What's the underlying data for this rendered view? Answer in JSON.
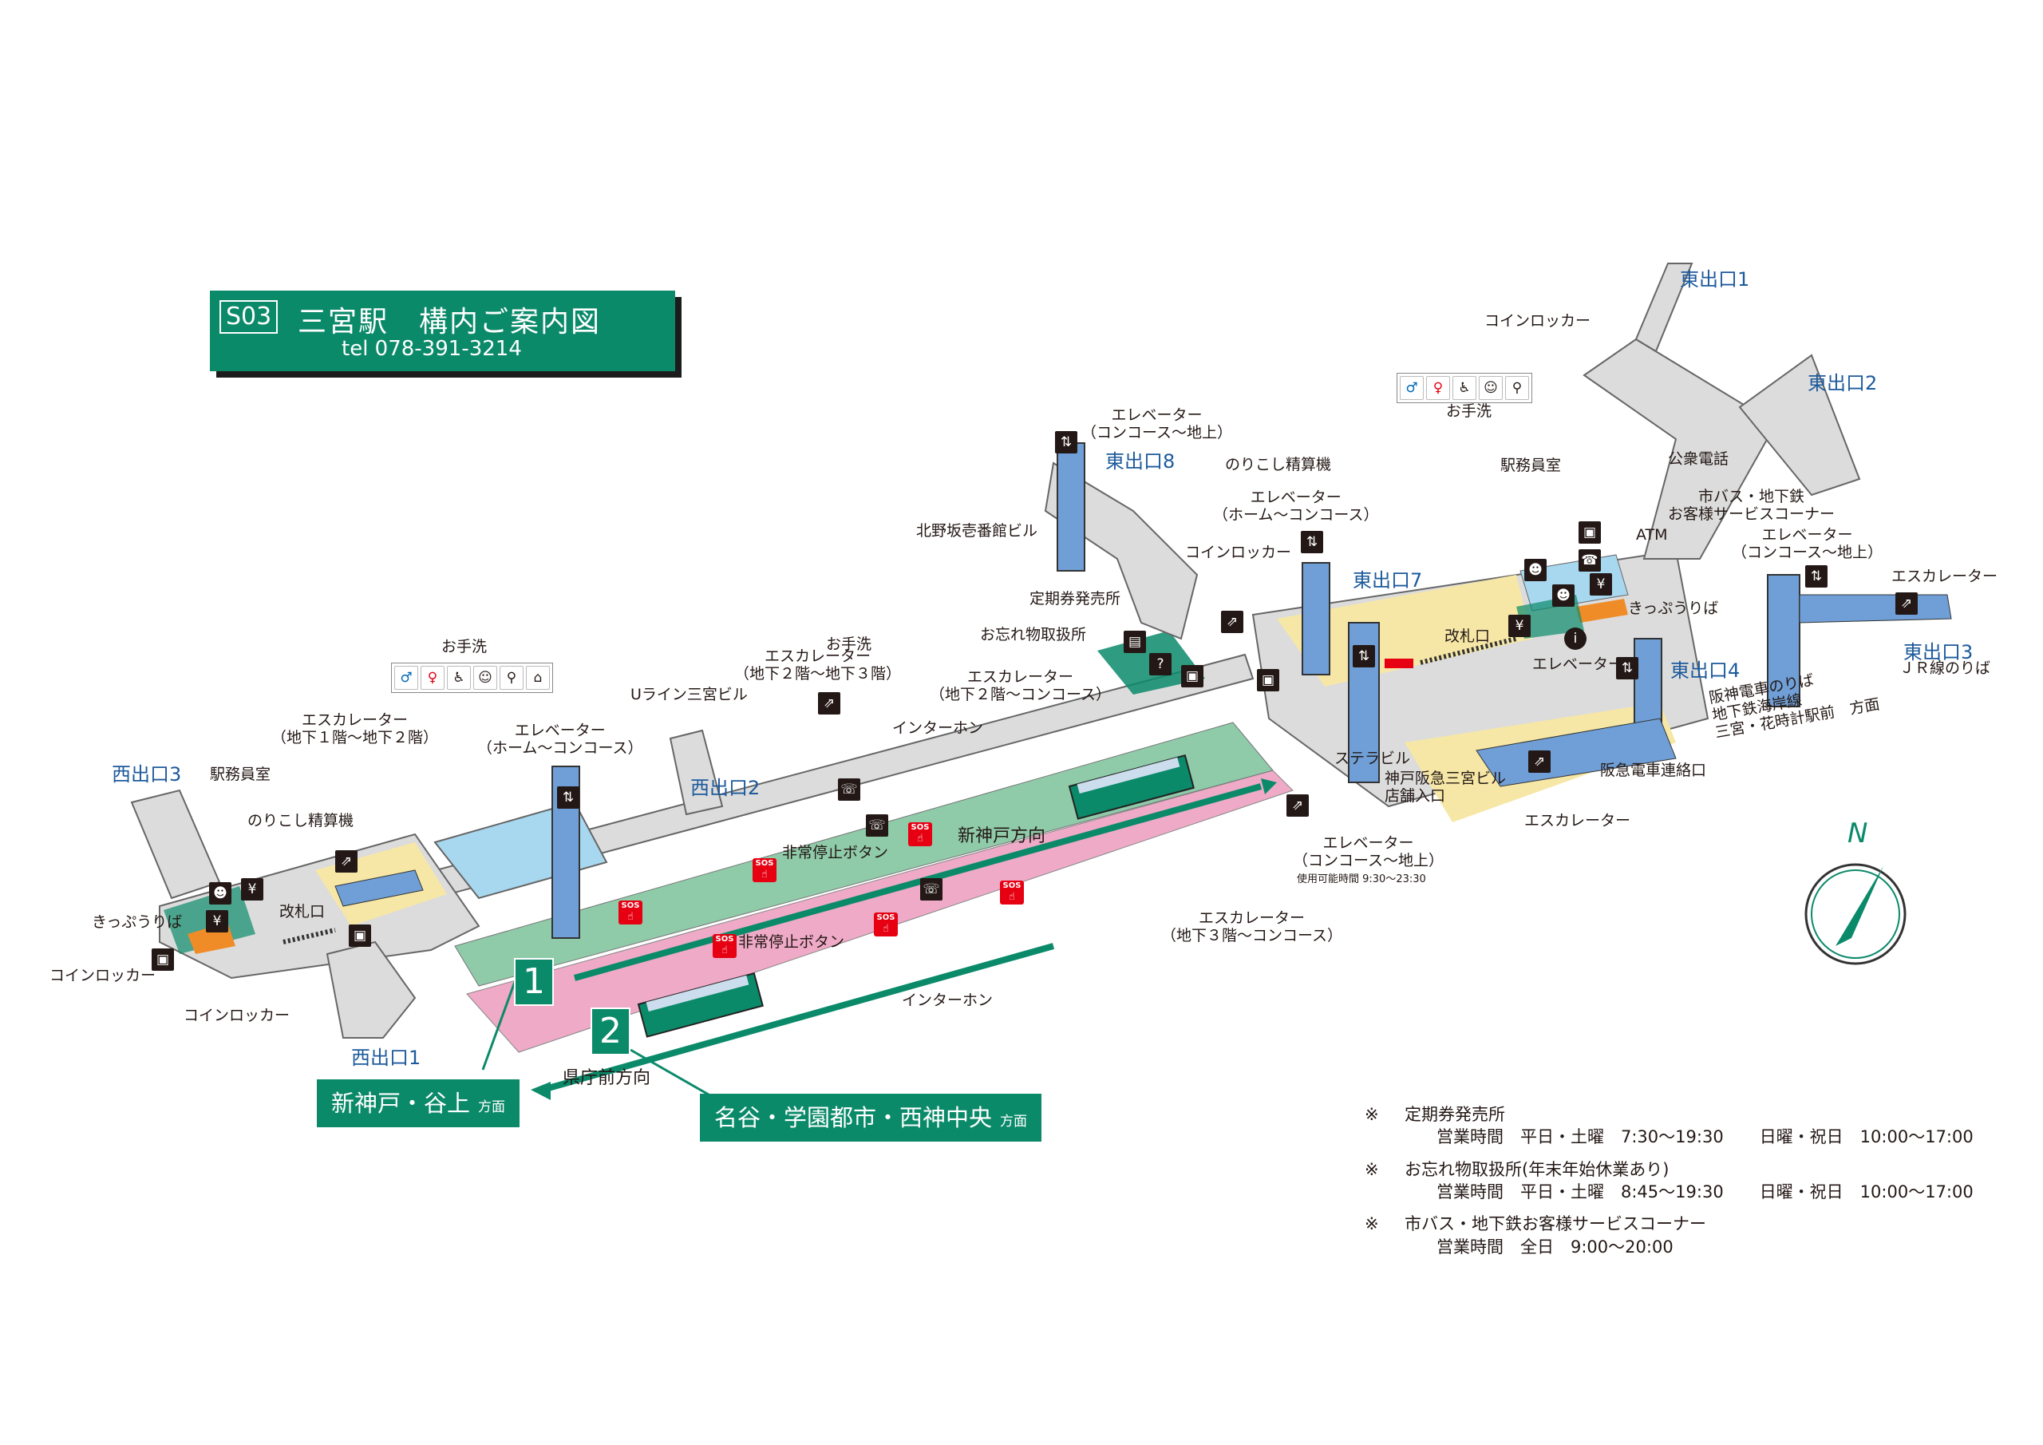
{
  "title": {
    "station_code": "S03",
    "station_name": "三宮駅　構内ご案内図",
    "tel": "tel 078-391-3214"
  },
  "exits": {
    "west1": "西出口1",
    "west2": "西出口2",
    "west3": "西出口3",
    "east1": "東出口1",
    "east2": "東出口2",
    "east3": "東出口3",
    "east4": "東出口4",
    "east7": "東出口7",
    "east8": "東出口8"
  },
  "labels": {
    "toilet_west": "お手洗",
    "toilet_mid": "お手洗",
    "toilet_east": "お手洗",
    "esc_b1_b2": "エスカレーター\n（地下１階〜地下２階）",
    "elev_home_concourse_west": "エレベーター\n（ホーム〜コンコース）",
    "uline": "Uライン三宮ビル",
    "esc_b2_b3": "エスカレーター\n（地下２階〜地下３階）",
    "esc_b2_concourse": "エスカレーター\n（地下２階〜コンコース）",
    "intercom_top": "インターホン",
    "staff_room_west": "駅務員室",
    "fare_adjust_west": "のりこし精算機",
    "ticket_west": "きっぷうりば",
    "gate_west": "改札口",
    "locker_west_a": "コインロッカー",
    "locker_west_b": "コインロッカー",
    "emergency_stop_a": "非常停止ボタン",
    "emergency_stop_b": "非常停止ボタン",
    "intercom_bottom": "インターホン",
    "toward_shinkobe": "新神戸方向",
    "toward_kencho": "県庁前方向",
    "elev_concourse_ground_8": "エレベーター\n（コンコース〜地上）",
    "kitano": "北野坂壱番館ビル",
    "commuter_pass": "定期券発売所",
    "lost_found": "お忘れ物取扱所",
    "locker_mid": "コインロッカー",
    "elev_home_concourse_east": "エレベーター\n（ホーム〜コンコース）",
    "fare_adjust_east": "のりこし精算機",
    "staff_room_east": "駅務員室",
    "locker_east": "コインロッカー",
    "payphone": "公衆電話",
    "bus_service": "市バス・地下鉄\nお客様サービスコーナー",
    "atm": "ATM",
    "elev_concourse_ground_east": "エレベーター\n（コンコース〜地上）",
    "escalator_east": "エスカレーター",
    "ticket_east": "きっぷうりば",
    "gate_east": "改札口",
    "elevator_east": "エレベーター",
    "jr": "ＪＲ線のりば",
    "hanshin": "阪神電車のりば\n地下鉄海岸線\n三宮・花時計駅前　方面",
    "hankyu_gate": "阪急電車連絡口",
    "escalator_bottom": "エスカレーター",
    "stella": "ステラビル",
    "kobe_hankyu": "神戸阪急三宮ビル\n店舗入口",
    "elev_concourse_ground_center": "エレベーター\n（コンコース〜地上）",
    "elev_hours": "使用可能時間 9:30〜23:30",
    "esc_b3_concourse": "エスカレーター\n（地下３階〜コンコース）",
    "north": "N"
  },
  "platforms": {
    "p1_number": "1",
    "p2_number": "2",
    "p1_dest": "新神戸・谷上",
    "p1_suffix": "方面",
    "p2_dest": "名谷・学園都市・西神中央",
    "p2_suffix": "方面"
  },
  "notes": [
    {
      "mark": "※",
      "title": "定期券発売所",
      "line": "営業時間　平日・土曜　7:30〜19:30",
      "line2": "日曜・祝日　10:00〜17:00"
    },
    {
      "mark": "※",
      "title": "お忘れ物取扱所(年末年始休業あり)",
      "line": "営業時間　平日・土曜　8:45〜19:30",
      "line2": "日曜・祝日　10:00〜17:00"
    },
    {
      "mark": "※",
      "title": "市バス・地下鉄お客様サービスコーナー",
      "line": "営業時間　全日　9:00〜20:00",
      "line2": ""
    }
  ],
  "colors": {
    "brand_green": "#0b8a6a",
    "concourse_beige": "#f6e7a6",
    "platform_mint": "#8fcaa9",
    "track_pink": "#eeaac6",
    "pillar_blue": "#6f9fd6",
    "ticket_orange": "#f08c28",
    "toilet_area": "#a8d8f0",
    "gray_wall": "#dcdcdc",
    "exit_blue": "#1d5a9c"
  },
  "sos_label": "SOS"
}
